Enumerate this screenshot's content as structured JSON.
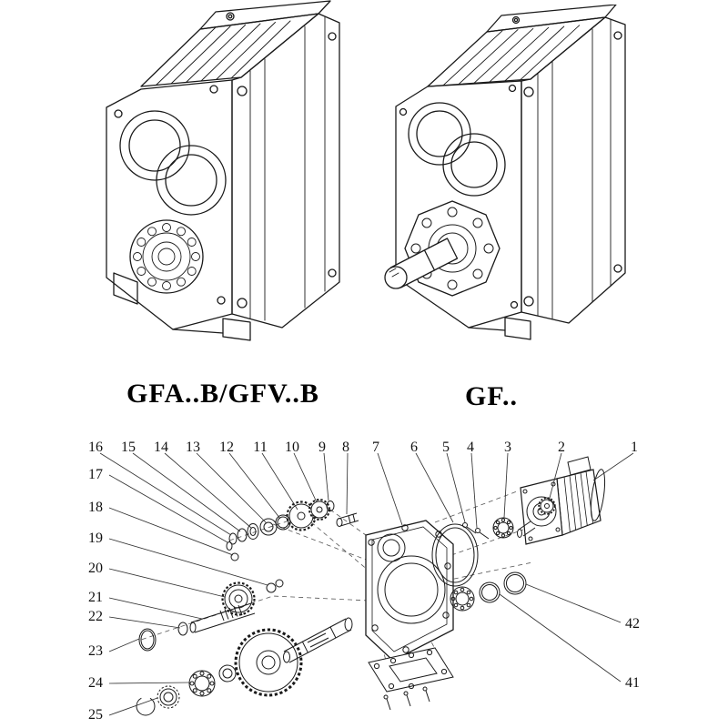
{
  "figures": {
    "left_caption": "GFA..B/GFV..B",
    "right_caption": "GF.."
  },
  "exploded": {
    "callouts_top": [
      "16",
      "15",
      "14",
      "13",
      "12",
      "11",
      "10",
      "9",
      "8",
      "7",
      "6",
      "5",
      "4",
      "3",
      "2",
      "1"
    ],
    "callouts_left": [
      "17",
      "18",
      "19",
      "20",
      "21",
      "22",
      "23",
      "24",
      "25"
    ],
    "callouts_right": [
      "42",
      "41"
    ]
  },
  "colors": {
    "line": "#1a1a1a",
    "background": "#ffffff"
  }
}
